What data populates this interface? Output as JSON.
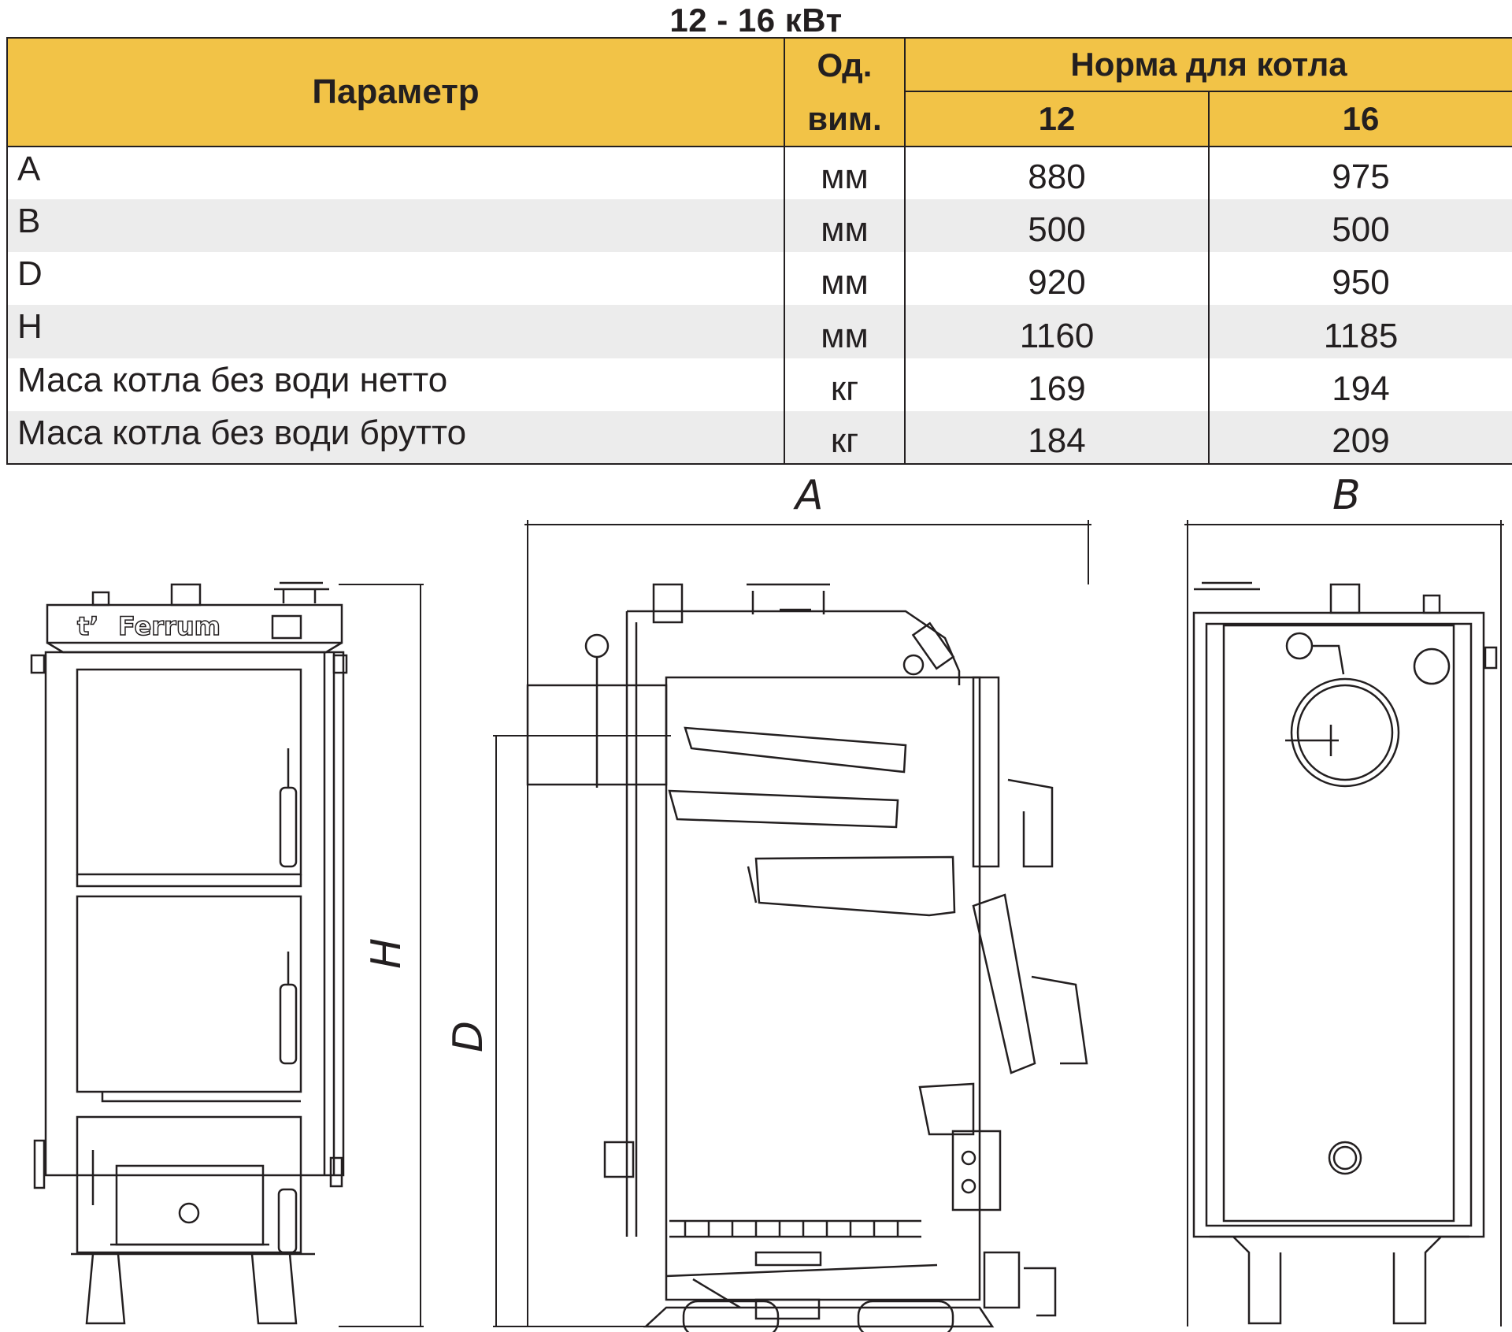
{
  "title": "12 - 16 кВт",
  "table": {
    "header": {
      "parameter": "Параметр",
      "unit_line1": "Од.",
      "unit_line2": "вим.",
      "norm": "Норма для котла",
      "models": [
        "12",
        "16"
      ]
    },
    "rows": [
      {
        "param": "A",
        "unit": "мм",
        "v12": "880",
        "v16": "975"
      },
      {
        "param": "B",
        "unit": "мм",
        "v12": "500",
        "v16": "500"
      },
      {
        "param": "D",
        "unit": "мм",
        "v12": "920",
        "v16": "950"
      },
      {
        "param": "H",
        "unit": "мм",
        "v12": "1160",
        "v16": "1185"
      },
      {
        "param": "Маса котла без води нетто",
        "unit": "кг",
        "v12": "169",
        "v16": "194"
      },
      {
        "param": "Маса котла без води брутто",
        "unit": "кг",
        "v12": "184",
        "v16": "209"
      }
    ]
  },
  "drawing": {
    "brand": "Ferrum",
    "dim_A": "A",
    "dim_B": "B",
    "dim_D": "D",
    "dim_H": "H"
  },
  "colors": {
    "header_bg": "#f2c347",
    "line": "#231f20",
    "stripe": "#ececec"
  }
}
